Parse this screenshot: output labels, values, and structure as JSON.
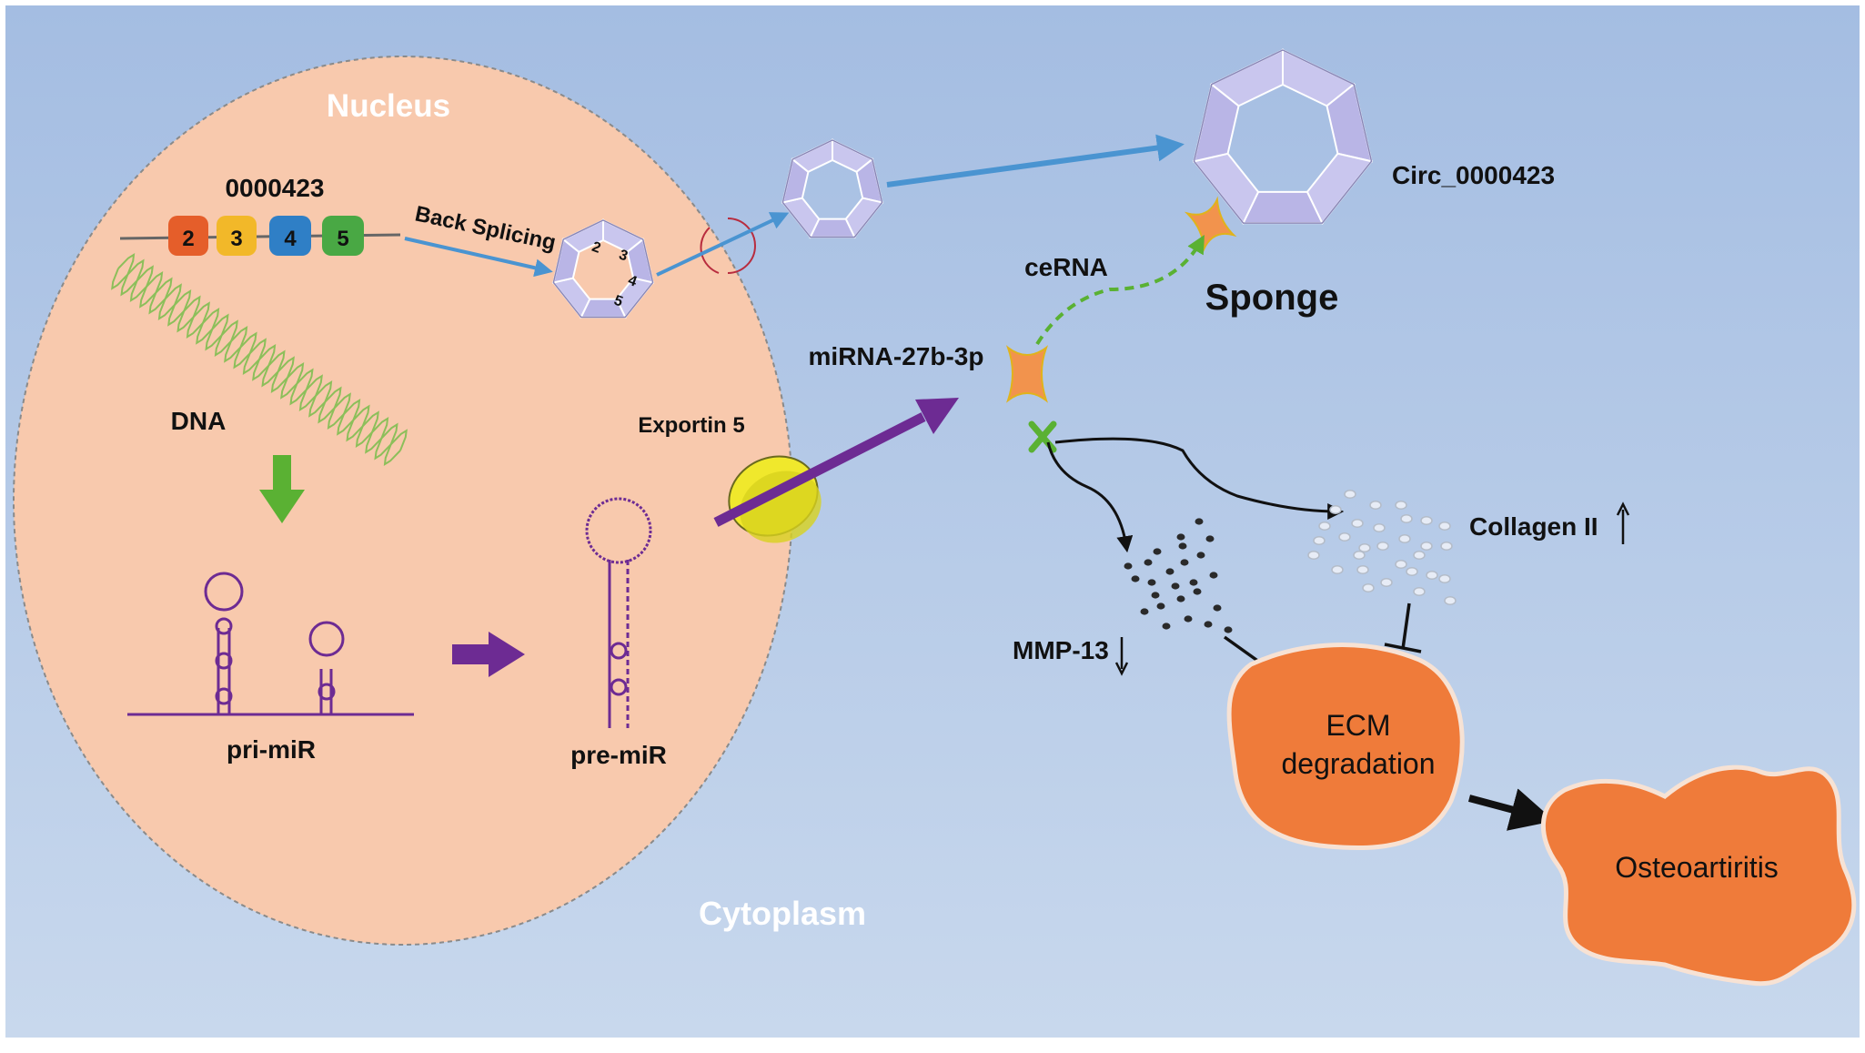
{
  "labels": {
    "nucleus": "Nucleus",
    "cytoplasm": "Cytoplasm",
    "gene_id": "0000423",
    "exons": [
      "2",
      "3",
      "4",
      "5"
    ],
    "back_splicing": "Back Splicing",
    "circ_numbers": [
      "2",
      "3",
      "4",
      "5"
    ],
    "dna": "DNA",
    "pri_mir": "pri-miR",
    "pre_mir": "pre-miR",
    "exportin": "Exportin 5",
    "mirna": "miRNA-27b-3p",
    "cerna": "ceRNA",
    "sponge": "Sponge",
    "circ_name": "Circ_0000423",
    "collagen": "Collagen II",
    "mmp": "MMP-13",
    "ecm_line1": "ECM",
    "ecm_line2": "degradation",
    "oa": "Osteoartiritis"
  },
  "colors": {
    "background_top": "#a4bde2",
    "background_bottom": "#c6d6ec",
    "nucleus_fill": "#f8c9ad",
    "exon_colors": [
      "#e55e2a",
      "#f2b829",
      "#2f7fc6",
      "#49a844"
    ],
    "circ_rna": "#c9c6ee",
    "arrow_blue": "#4a94d1",
    "arrow_purple": "#6d2b93",
    "arrow_green": "#5ab133",
    "ecm_fill": "#ef7b3a",
    "dna_strand": "#8cbf5a"
  },
  "icons": {
    "gene": "exon-strand-icon",
    "circ": "circular-rna-icon",
    "exportin": "exportin-pore-icon",
    "mirna": "mirna-icon",
    "inhibit": "inhibition-x-icon"
  }
}
